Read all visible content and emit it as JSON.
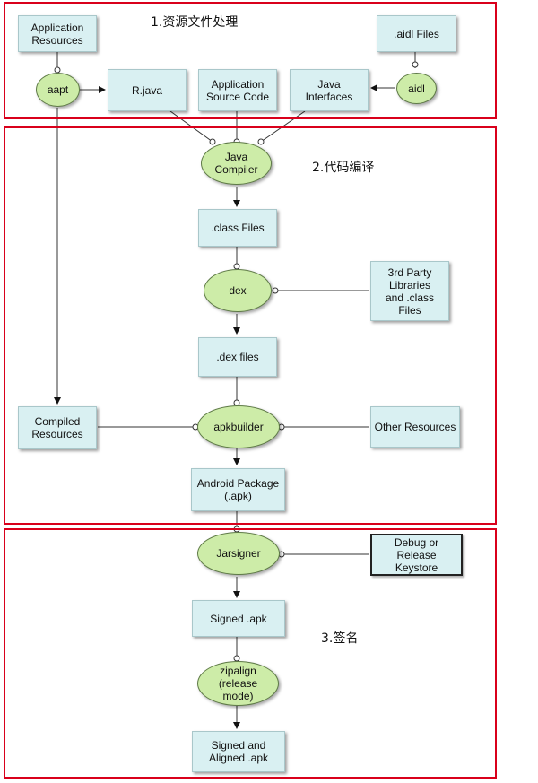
{
  "sections": [
    {
      "id": "s1",
      "label": "1.资源文件处理"
    },
    {
      "id": "s2",
      "label": "2.代码编译"
    },
    {
      "id": "s3",
      "label": "3.签名"
    }
  ],
  "nodes": {
    "app_resources": "Application\nResources",
    "aidl_files": ".aidl Files",
    "aapt": "aapt",
    "r_java": "R.java",
    "app_source": "Application\nSource Code",
    "java_interfaces": "Java\nInterfaces",
    "aidl": "aidl",
    "java_compiler": "Java\nCompiler",
    "class_files": ".class Files",
    "dex": "dex",
    "third_party": "3rd Party\nLibraries\nand .class\nFiles",
    "dex_files": ".dex files",
    "compiled_resources": "Compiled\nResources",
    "apkbuilder": "apkbuilder",
    "other_resources": "Other Resources",
    "android_package": "Android Package\n(.apk)",
    "jarsigner": "Jarsigner",
    "keystore": "Debug or\nRelease\nKeystore",
    "signed_apk": "Signed .apk",
    "zipalign": "zipalign\n(release\nmode)",
    "signed_aligned": "Signed and\nAligned .apk"
  },
  "colors": {
    "section_border": "#d9001b",
    "box_fill": "#d9f0f2",
    "oval_fill": "#cdeca8",
    "line": "#333333"
  }
}
